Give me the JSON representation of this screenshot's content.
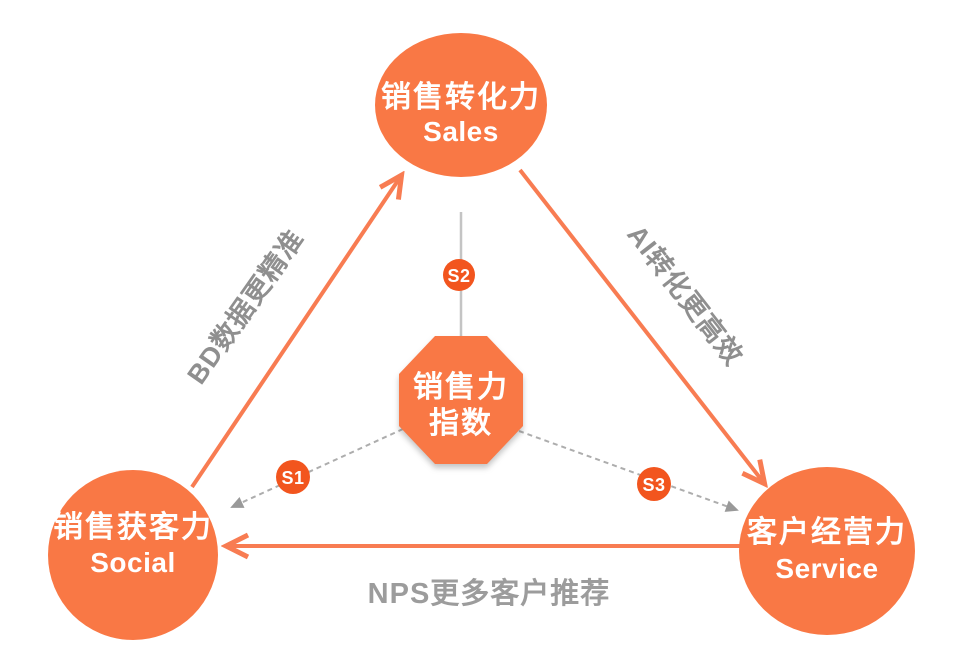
{
  "diagram": {
    "description": "Sales force index triangle diagram",
    "center_node": {
      "line1": "销售力",
      "line2": "指数"
    },
    "nodes": [
      {
        "id": "sales",
        "line1": "销售转化力",
        "line2": "Sales"
      },
      {
        "id": "social",
        "line1": "销售获客力",
        "line2": "Social"
      },
      {
        "id": "service",
        "line1": "客户经营力",
        "line2": "Service"
      }
    ],
    "badges": [
      {
        "id": "s1",
        "label": "S1"
      },
      {
        "id": "s2",
        "label": "S2"
      },
      {
        "id": "s3",
        "label": "S3"
      }
    ],
    "edge_labels": {
      "social_to_sales": "BD数据更精准",
      "sales_to_service": "AI转化更高效",
      "service_to_social": "NPS更多客户推荐"
    },
    "colors": {
      "node_fill": "#F97845",
      "badge_fill": "#F2551E",
      "arrow": "#F87C52",
      "edge_label_text": "#8F8F8F",
      "bottom_label_text": "#9C9C9C",
      "connector_line": "#C4C4C4",
      "dashed_line": "#ADADAD",
      "node_text": "#FFFFFF"
    }
  }
}
